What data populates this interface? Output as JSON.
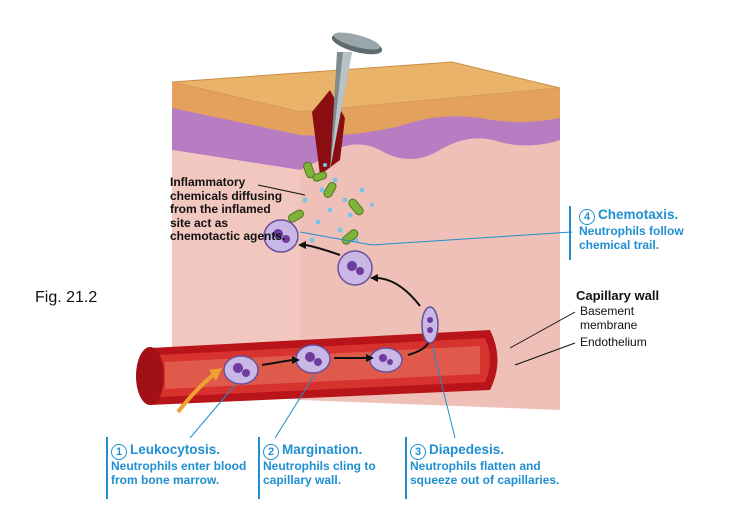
{
  "figure_label": "Fig. 21.2",
  "inflammatory_label": "Inflammatory chemicals diffusing from the inflamed site act as chemotactic agents.",
  "steps": [
    {
      "num": "1",
      "title": "Leukocytosis.",
      "desc": "Neutrophils enter blood from bone marrow."
    },
    {
      "num": "2",
      "title": "Margination.",
      "desc": "Neutrophils cling to capillary wall."
    },
    {
      "num": "3",
      "title": "Diapedesis.",
      "desc": "Neutrophils flatten and squeeze out of capillaries."
    },
    {
      "num": "4",
      "title": "Chemotaxis.",
      "desc": "Neutrophils follow chemical trail."
    }
  ],
  "capillary": {
    "title": "Capillary wall",
    "items": [
      "Basement membrane",
      "Endothelium"
    ]
  },
  "colors": {
    "step_blue": "#1f8fd0",
    "skin_surface": "#e9b46a",
    "dermis": "#f2c7c0",
    "epidermis_purple": "#b77cc2",
    "vessel_red": "#b8141a",
    "neutrophil": "#c9b7e6",
    "bacteria": "#7fb239",
    "arrow_orange": "#f0a030"
  }
}
